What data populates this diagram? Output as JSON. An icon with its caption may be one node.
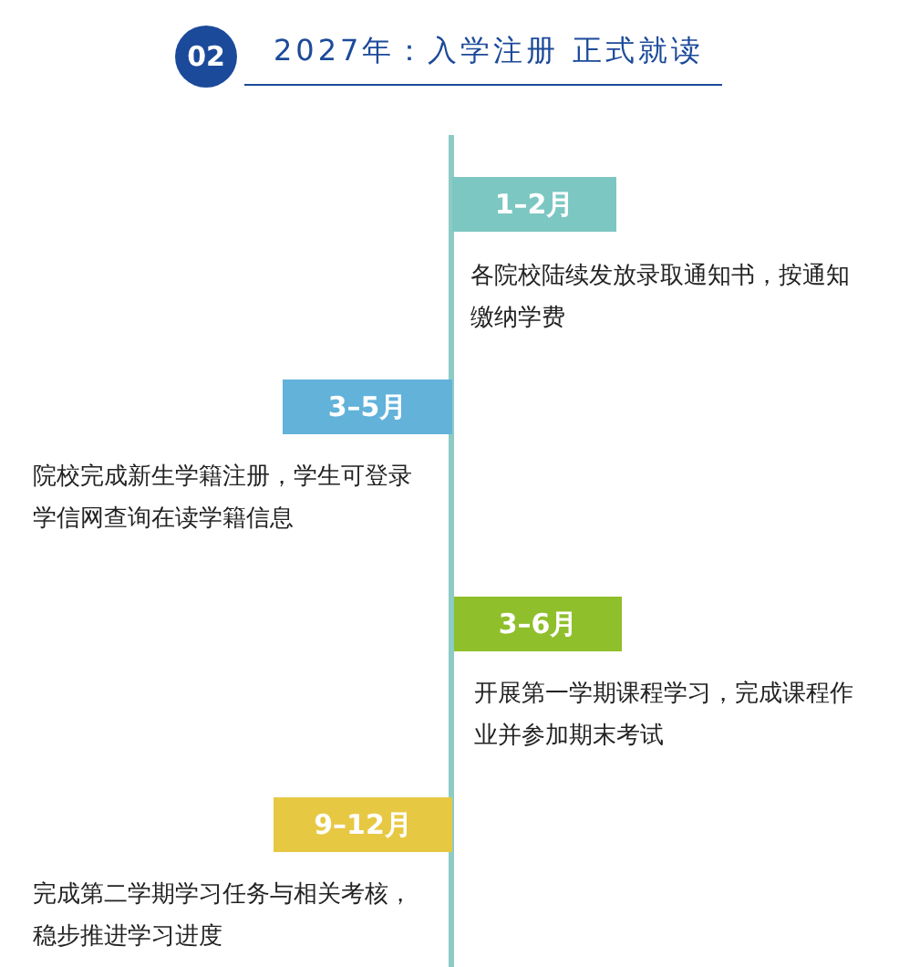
{
  "diagram": {
    "title": "2027年：入学注册 正式就读",
    "nodes": [
      {
        "text": [
          "02"
        ]
      },
      {
        "text": [
          "1–2月"
        ],
        "beside": [
          "各院校陆续发放录取通知书，按通知缴纳学费"
        ]
      },
      {
        "text": [
          "3–5月"
        ],
        "beside": [
          "院校完成新生学籍注册，学生可登录学信网查询在读学籍信息"
        ]
      },
      {
        "text": [
          "3–6月"
        ],
        "beside": [
          "开展第一学期课程学习，完成课程作业并参加期末考试"
        ]
      },
      {
        "text": [
          "9–12月"
        ],
        "beside": [
          "完成第二学期学习任务与相关考核，稳步推进学习进度"
        ]
      }
    ],
    "edges": []
  }
}
